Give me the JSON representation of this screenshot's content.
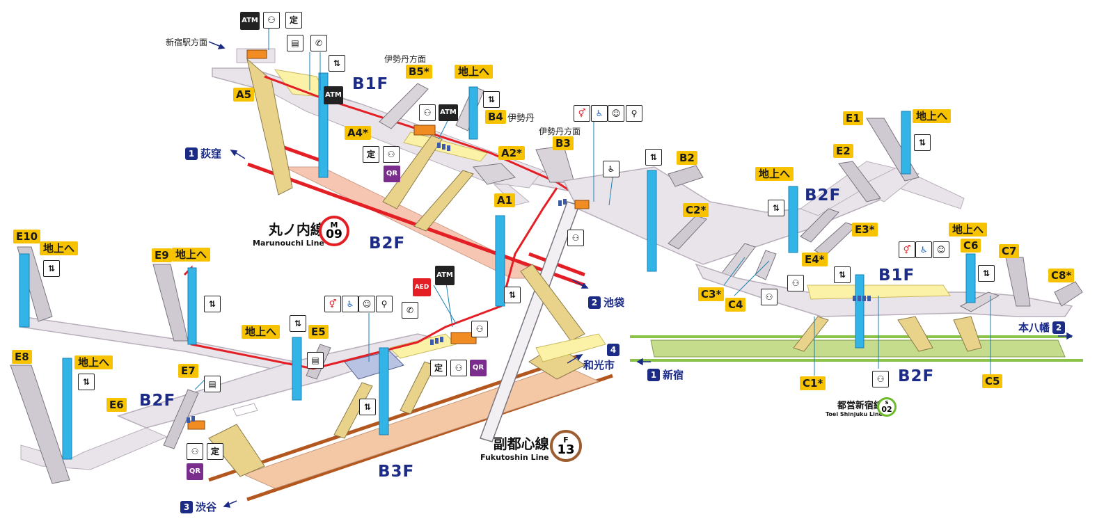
{
  "exits": {
    "A5": "A5",
    "B5": "B5*",
    "A4": "A4*",
    "A2": "A2*",
    "B4": "B4",
    "B3": "B3",
    "A1": "A1",
    "B2": "B2",
    "C2": "C2*",
    "E1": "E1",
    "E2": "E2",
    "E3": "E3*",
    "E4": "E4*",
    "C3": "C3*",
    "C4": "C4",
    "C6": "C6",
    "C7": "C7",
    "C8": "C8*",
    "C1": "C1*",
    "C5": "C5",
    "E10": "E10",
    "E9": "E9",
    "E5": "E5",
    "E8": "E8",
    "E7": "E7",
    "E6": "E6"
  },
  "to_ground": {
    "label": "地上へ"
  },
  "floors": {
    "b1f": "B1F",
    "b2f": "B2F",
    "b3f": "B3F"
  },
  "places": {
    "shinjuku_station_dir": "新宿駅方面",
    "isetan_dir": "伊勢丹方面",
    "isetan": "伊勢丹"
  },
  "directions": {
    "ogikubo": {
      "num": "1",
      "label": "荻窪"
    },
    "ikebukuro": {
      "num": "2",
      "label": "池袋"
    },
    "shibuya": {
      "num": "3",
      "label": "渋谷"
    },
    "wakoshi": {
      "num": "4",
      "label": "和光市"
    },
    "shinjuku": {
      "num": "1",
      "label": "新宿"
    },
    "motoyawata": {
      "num": "2",
      "label": "本八幡"
    }
  },
  "lines": {
    "marunouchi": {
      "jp": "丸ノ内線",
      "en": "Marunouchi Line",
      "letter": "M",
      "number": "09",
      "color": "#e41e25"
    },
    "fukutoshin": {
      "jp": "副都心線",
      "en": "Fukutoshin Line",
      "letter": "F",
      "number": "13",
      "color": "#9c5e31"
    },
    "shinjuku": {
      "jp": "都営新宿線",
      "en": "Toei Shinjuku Line",
      "letter": "S",
      "number": "02",
      "color": "#6cbb2a"
    }
  },
  "icons": {
    "atm": "ATM",
    "aed": "AED",
    "qr": "QR",
    "teiki": "定"
  },
  "colors": {
    "concourse": "#e9e4ea",
    "concourse_edge": "#b8aebb",
    "platform_marunouchi": "#f6c6b2",
    "platform_fukutoshin": "#f3c9a5",
    "platform_shinjuku": "#c4dc8c",
    "elevator": "#33b4e7",
    "gate_area": "#fbf2a8",
    "route_red": "#e41e25",
    "stairs": "#e9d38a"
  }
}
